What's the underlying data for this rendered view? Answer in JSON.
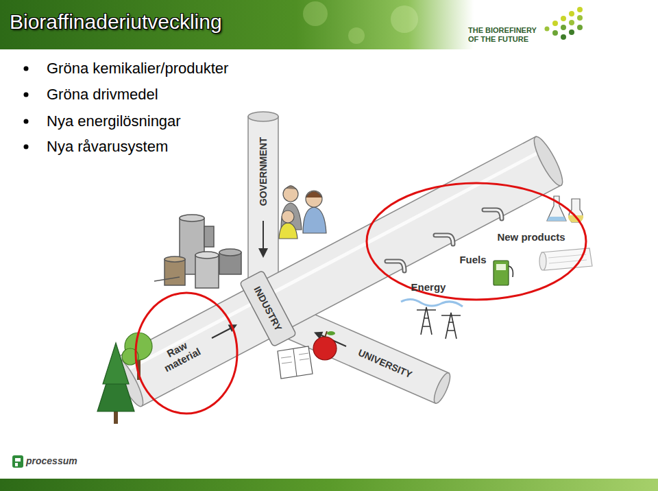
{
  "diagram": {
    "title": "Bioraffinaderiutveckling",
    "labels": [
      "THE BIOREFINERY OF THE FUTURE",
      "Gröna kemikalier/produkter",
      "Gröna drivmedel",
      "Nya energilösningar",
      "Nya råvarusystem",
      "GOVERNMENT",
      "INDUSTRY",
      "UNIVERSITY",
      "Raw material",
      "Energy",
      "Fuels",
      "New products",
      "processum"
    ]
  }
}
